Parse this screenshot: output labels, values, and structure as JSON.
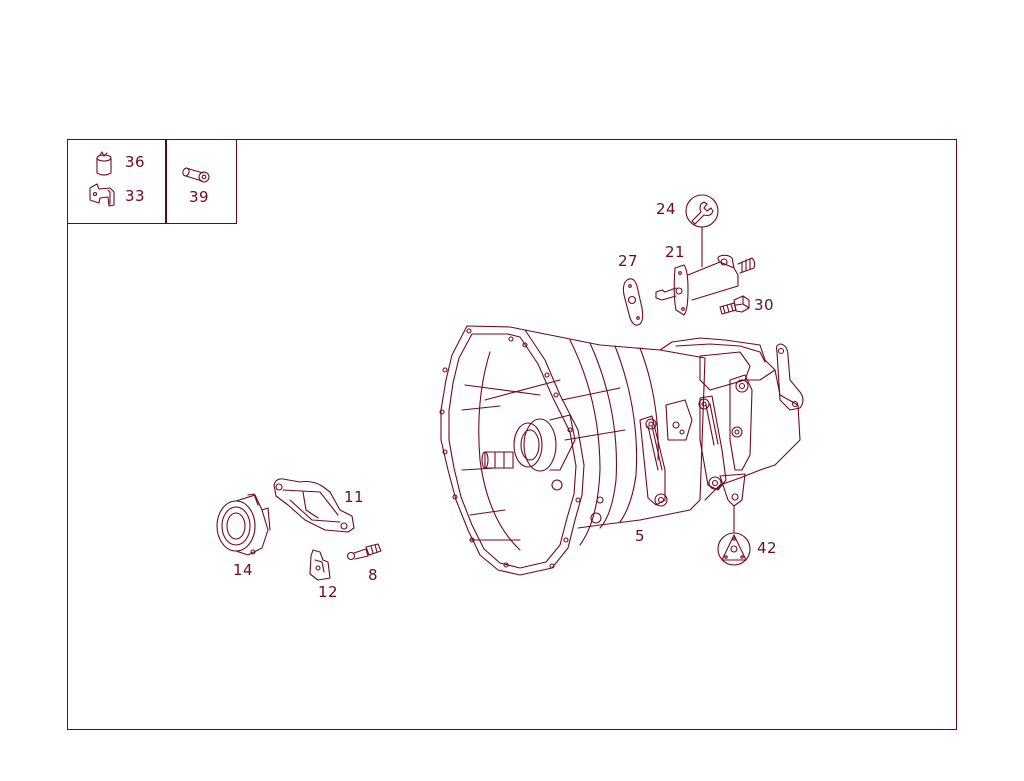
{
  "diagram": {
    "type": "exploded parts diagram",
    "subject": "Manual transmission assembly with clutch release components",
    "line_color": "#6b0a22",
    "frame_color": "#5a0a1c",
    "background": "#ffffff"
  },
  "legend": {
    "items": [
      {
        "id": "36",
        "label": "36",
        "icon": "sleeve-icon"
      },
      {
        "id": "33",
        "label": "33",
        "icon": "bracket-clip-icon"
      },
      {
        "id": "39",
        "label": "39",
        "icon": "bushing-icon"
      }
    ]
  },
  "parts": [
    {
      "id": "5",
      "label": "5",
      "name": "transmission-housing"
    },
    {
      "id": "8",
      "label": "8",
      "name": "ball-stud"
    },
    {
      "id": "11",
      "label": "11",
      "name": "release-fork"
    },
    {
      "id": "12",
      "label": "12",
      "name": "retaining-clip"
    },
    {
      "id": "14",
      "label": "14",
      "name": "release-bearing"
    },
    {
      "id": "21",
      "label": "21",
      "name": "slave-cylinder"
    },
    {
      "id": "24",
      "label": "24",
      "name": "wrench-service-symbol"
    },
    {
      "id": "27",
      "label": "27",
      "name": "gasket"
    },
    {
      "id": "30",
      "label": "30",
      "name": "bolt"
    },
    {
      "id": "42",
      "label": "42",
      "name": "triangular-flange-symbol"
    }
  ]
}
